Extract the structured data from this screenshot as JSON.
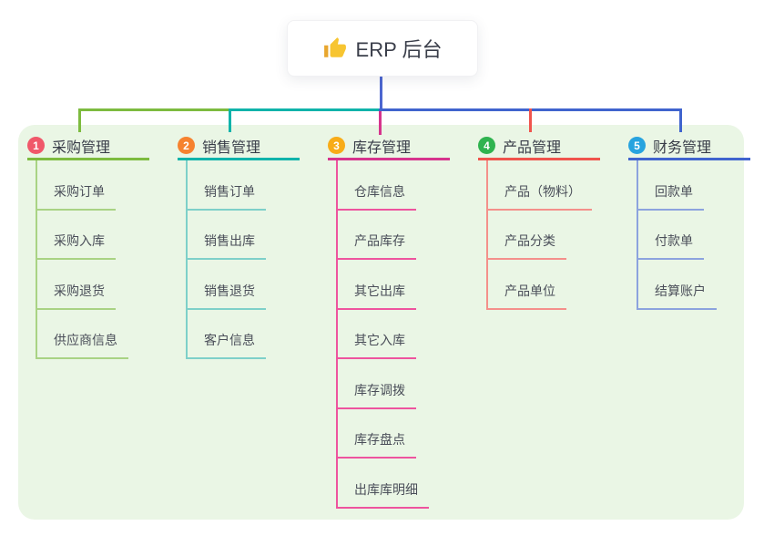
{
  "root": {
    "title": "ERP 后台",
    "icon": "thumbs-up-icon",
    "icon_colors": {
      "hand": "#F7C531",
      "sleeve": "#E8A62E"
    }
  },
  "panel": {
    "background": "#EAF6E5"
  },
  "connector": {
    "stem_color": "#4C66D0"
  },
  "branches": [
    {
      "index": "1",
      "label": "采购管理",
      "badge_color": "#F0586A",
      "line_color": "#7DBB3F",
      "child_line_color": "#A9D384",
      "children": [
        "采购订单",
        "采购入库",
        "采购退货",
        "供应商信息"
      ]
    },
    {
      "index": "2",
      "label": "销售管理",
      "badge_color": "#F6822F",
      "line_color": "#10B3AA",
      "child_line_color": "#7ED0C9",
      "children": [
        "销售订单",
        "销售出库",
        "销售退货",
        "客户信息"
      ]
    },
    {
      "index": "3",
      "label": "库存管理",
      "badge_color": "#F8AC18",
      "line_color": "#D6348D",
      "child_line_color": "#EE549E",
      "children": [
        "仓库信息",
        "产品库存",
        "其它出库",
        "其它入库",
        "库存调拨",
        "库存盘点",
        "出库库明细"
      ]
    },
    {
      "index": "4",
      "label": "产品管理",
      "badge_color": "#2FB34F",
      "line_color": "#F0544D",
      "child_line_color": "#F4908B",
      "children": [
        "产品（物料）",
        "产品分类",
        "产品单位"
      ]
    },
    {
      "index": "5",
      "label": "财务管理",
      "badge_color": "#27A3DF",
      "line_color": "#4064CE",
      "child_line_color": "#8CA3DE",
      "children": [
        "回款单",
        "付款单",
        "结算账户"
      ]
    }
  ]
}
